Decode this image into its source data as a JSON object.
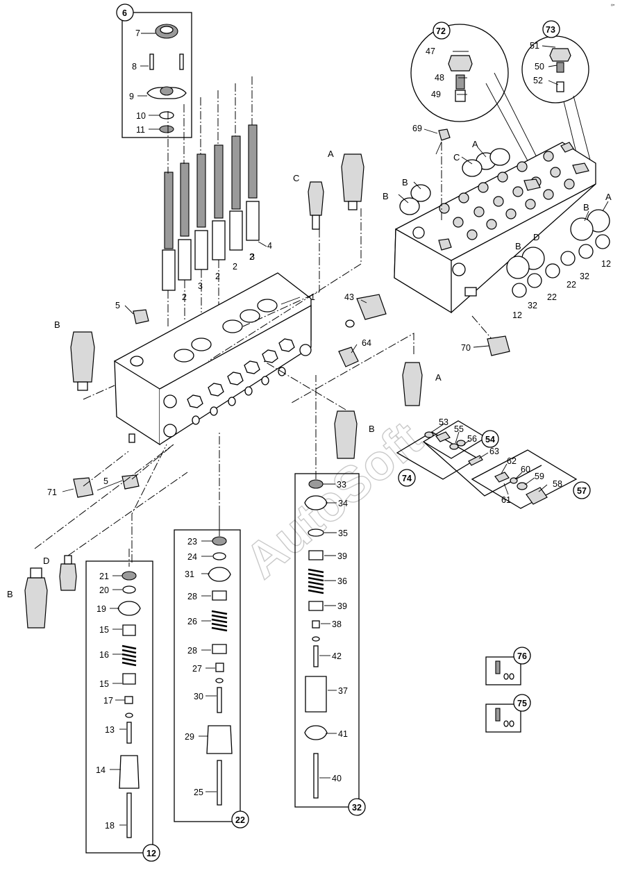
{
  "watermark": "AutoSoft",
  "corner_mark": "⁰°",
  "callouts": [
    "1",
    "2",
    "2",
    "2",
    "2",
    "3",
    "3",
    "4",
    "5",
    "5",
    "6",
    "7",
    "8",
    "9",
    "10",
    "11",
    "12",
    "12",
    "12",
    "13",
    "14",
    "15",
    "15",
    "16",
    "17",
    "18",
    "19",
    "20",
    "21",
    "22",
    "22",
    "22",
    "23",
    "24",
    "25",
    "26",
    "27",
    "28",
    "28",
    "29",
    "30",
    "31",
    "32",
    "32",
    "32",
    "33",
    "34",
    "35",
    "36",
    "37",
    "38",
    "39",
    "39",
    "40",
    "41",
    "42",
    "43",
    "47",
    "48",
    "49",
    "50",
    "51",
    "52",
    "53",
    "54",
    "55",
    "56",
    "57",
    "58",
    "59",
    "60",
    "61",
    "62",
    "63",
    "64",
    "69",
    "70",
    "71",
    "72",
    "73",
    "74",
    "75",
    "76"
  ],
  "port_letters": [
    "A",
    "A",
    "A",
    "A",
    "B",
    "B",
    "B",
    "B",
    "B",
    "B",
    "B",
    "C",
    "C",
    "D",
    "D"
  ]
}
